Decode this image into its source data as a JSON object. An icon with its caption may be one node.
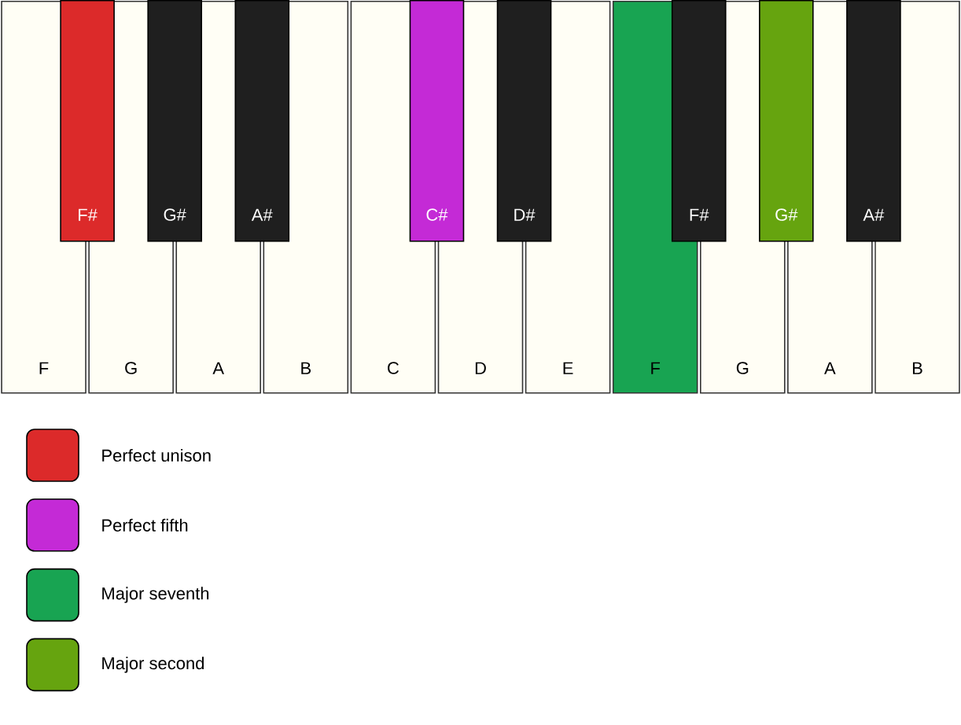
{
  "diagram": {
    "nodes": [
      {
        "text": [
          "F"
        ]
      },
      {
        "text": [
          "G"
        ]
      },
      {
        "text": [
          "A"
        ]
      },
      {
        "text": [
          "B"
        ]
      },
      {
        "text": [
          "C"
        ]
      },
      {
        "text": [
          "D"
        ]
      },
      {
        "text": [
          "E"
        ]
      },
      {
        "text": [
          "F"
        ]
      },
      {
        "text": [
          "G"
        ]
      },
      {
        "text": [
          "A"
        ]
      },
      {
        "text": [
          "B"
        ]
      },
      {
        "text": [
          "F#"
        ]
      },
      {
        "text": [
          "G#"
        ]
      },
      {
        "text": [
          "A#"
        ]
      },
      {
        "text": [
          "C#"
        ]
      },
      {
        "text": [
          "D#"
        ]
      },
      {
        "text": [
          "F#"
        ]
      },
      {
        "text": [
          "G#"
        ]
      },
      {
        "text": [
          "A#"
        ]
      }
    ],
    "legend": [
      {
        "text": "Perfect unison",
        "color": "#dc2a2a"
      },
      {
        "text": "Perfect fifth",
        "color": "#c42ad6"
      },
      {
        "text": "Major seventh",
        "color": "#18a452"
      },
      {
        "text": "Major second",
        "color": "#66a40f"
      }
    ]
  }
}
